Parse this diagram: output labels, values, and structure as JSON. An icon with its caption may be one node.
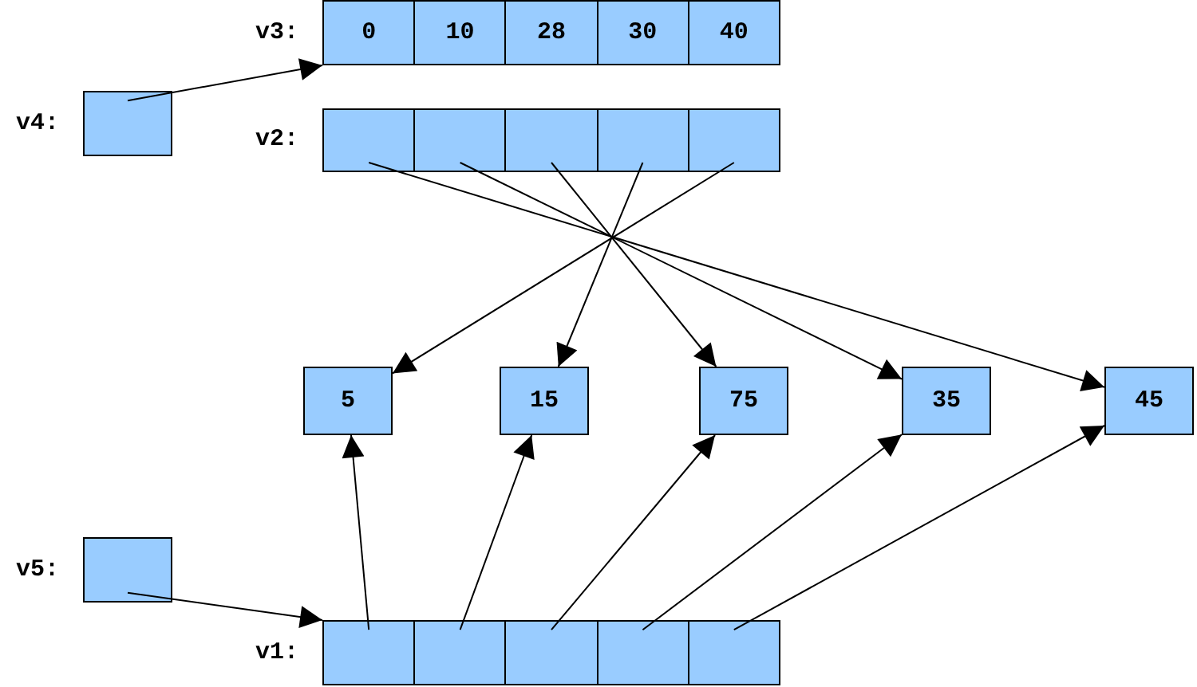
{
  "diagram": {
    "nodes": [
      {
        "text": [],
        "shape": "box",
        "beside": [
          "v3:"
        ]
      },
      {
        "text": [
          "0"
        ],
        "in": 0
      },
      {
        "text": [
          "10"
        ],
        "in": 0
      },
      {
        "text": [
          "28"
        ],
        "in": 0
      },
      {
        "text": [
          "30"
        ],
        "in": 0
      },
      {
        "text": [
          "40"
        ],
        "in": 0
      },
      {
        "text": [],
        "shape": "box",
        "beside": [
          "v4:"
        ]
      },
      {
        "text": [],
        "shape": "box",
        "beside": [
          "v2:"
        ]
      },
      {
        "text": [],
        "shape": "box",
        "in": 7
      },
      {
        "text": [],
        "shape": "box",
        "in": 7
      },
      {
        "text": [],
        "shape": "box",
        "in": 7
      },
      {
        "text": [],
        "shape": "box",
        "in": 7
      },
      {
        "text": [],
        "shape": "box",
        "in": 7
      },
      {
        "text": [
          "5"
        ]
      },
      {
        "text": [
          "15"
        ]
      },
      {
        "text": [
          "75"
        ]
      },
      {
        "text": [
          "35"
        ]
      },
      {
        "text": [
          "45"
        ]
      },
      {
        "text": [],
        "shape": "box",
        "beside": [
          "v5:"
        ]
      },
      {
        "text": [],
        "shape": "box",
        "beside": [
          "v1:"
        ]
      },
      {
        "text": [],
        "shape": "box",
        "in": 19
      },
      {
        "text": [],
        "shape": "box",
        "in": 19
      },
      {
        "text": [],
        "shape": "box",
        "in": 19
      },
      {
        "text": [],
        "shape": "box",
        "in": 19
      },
      {
        "text": [],
        "shape": "box",
        "in": 19
      }
    ],
    "edges": [
      {
        "from": 6,
        "to": 0,
        "arrow": "to"
      },
      {
        "from": 8,
        "to": 17,
        "arrow": "to"
      },
      {
        "from": 9,
        "to": 16,
        "arrow": "to"
      },
      {
        "from": 10,
        "to": 15,
        "arrow": "to"
      },
      {
        "from": 11,
        "to": 14,
        "arrow": "to"
      },
      {
        "from": 12,
        "to": 13,
        "arrow": "to"
      },
      {
        "from": 18,
        "to": 19,
        "arrow": "to"
      },
      {
        "from": 20,
        "to": 13,
        "arrow": "to"
      },
      {
        "from": 21,
        "to": 14,
        "arrow": "to"
      },
      {
        "from": 22,
        "to": 15,
        "arrow": "to"
      },
      {
        "from": 23,
        "to": 16,
        "arrow": "to"
      },
      {
        "from": 24,
        "to": 17,
        "arrow": "to"
      }
    ]
  }
}
